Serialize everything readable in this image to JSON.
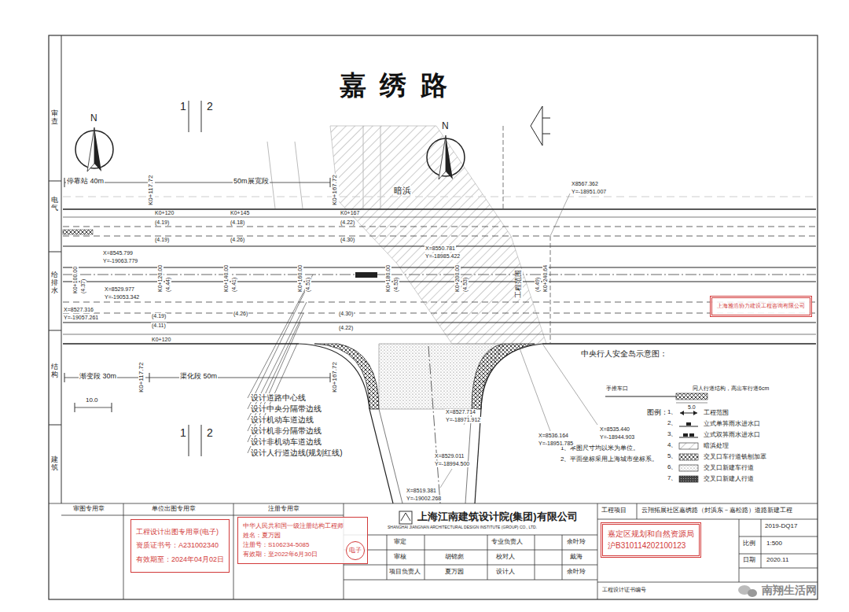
{
  "diagram": {
    "title": "嘉 绣 路",
    "nodes": [
      {
        "text": [
          "工程设计出图专用章(电子)",
          "资质证书号：A231002340",
          "有效期至：2024年04月02日"
        ]
      },
      {
        "text": [
          "中华人民共和国一级注册结构工程师",
          "姓名：夏万园",
          "注册号：S106234-5085",
          "有效期：至2022年6月30日"
        ]
      },
      {
        "text": [
          "电子"
        ],
        "in": 1
      },
      {
        "text": [
          "上海雅浩协力建设工程咨询有限公司"
        ]
      },
      {
        "text": [
          "嘉定区规划和自然资源局",
          "沪B310114202100123"
        ]
      }
    ],
    "labels": [
      "1",
      "2",
      "1",
      "2",
      "停靠站 40m",
      "50m展宽段",
      "K0+117.72",
      "K0+167.72",
      "K0+117.72",
      "K0+167.72",
      "渐变段 30m",
      "渠化段 50m",
      "10.0",
      "K0+120",
      "(4.19)",
      "(4.19)",
      "K0+145",
      "(4.18)",
      "(4.26)",
      "K0+167",
      "(4.22)",
      "(4.30)",
      "X=8545.799",
      "Y=-19063.779",
      "X=8529.977",
      "Y=-19053.342",
      "X=8527.316",
      "Y=-19057.261",
      "(4.19)",
      "(4.11)",
      "K0+120",
      "(4.26)",
      "(4.30)",
      "(4.22)",
      "K0+100.00",
      "(4.37)",
      "K0+120.00",
      "(4.44)",
      "K0+140.00",
      "(4.41)",
      "K0+160.00",
      "(4.51)",
      "K0+180.00",
      "(4.53)",
      "K0+200.00",
      "(4.53)",
      "K0+240.64",
      "(4.49)",
      "X=8550.781",
      "Y=-18985.422",
      "X8567.362",
      "Y=-18951.007",
      "暗浜",
      "工程范围",
      "设计道路中心线",
      "设计中央分隔带边线",
      "设计机动车道边线",
      "设计机非分隔带边线",
      "设计非机动车道边线",
      "设计人行道边线(规划红线)",
      "中央行人安全岛示意图：",
      "手推车口",
      "同人行道结构，高出车行道6cm",
      "5.0",
      "图例：",
      "1、",
      "2、",
      "3、",
      "4、",
      "5、",
      "6、",
      "7、",
      "1、本图尺寸均以米为单位。",
      "2、平面坐标采用上海城市坐标系。",
      "X=8527.714",
      "Y=-18971.912",
      "X=8536.164",
      "Y=-18951.785",
      "X=8535.440",
      "Y=-18944.903",
      "X=8529.011",
      "Y=-18994.500",
      "X=8519.381",
      "Y=-19002.268",
      "审查",
      "电气",
      "给排水",
      "结构",
      "建筑",
      "审图专用章",
      "单位出图专用章",
      "注册专用章",
      "上海江南建筑设计院(集团)有限公司",
      "SHANGHAI JIANGNAN ARCHITECTURAL DESIGN INSTITUTE (GROUP) CO., LTD.",
      "工程项目",
      "云翔拓展社区嘉绣路（封浜东－嘉松路）道路新建工程",
      "审定",
      "审核",
      "项目负责人",
      "专业负责人",
      "校对人",
      "设计人",
      "余叶玲",
      "戴海",
      "余叶玲",
      "胡锦彪",
      "夏万园",
      "2019-DQ17",
      "比例",
      "1:500",
      "日期",
      "2020.11",
      "工程设计证书编号",
      "南翔生活网",
      "N",
      "N"
    ],
    "legend": [
      {
        "text": "工程范围"
      },
      {
        "text": "立式单箅雨水进水口"
      },
      {
        "text": "立式双箅雨水进水口"
      },
      {
        "text": "暗浜处理"
      },
      {
        "text": "交叉口车行道铣刨加罩"
      },
      {
        "text": "交叉口新建车行道"
      },
      {
        "text": "交叉口新建人行道"
      }
    ]
  }
}
